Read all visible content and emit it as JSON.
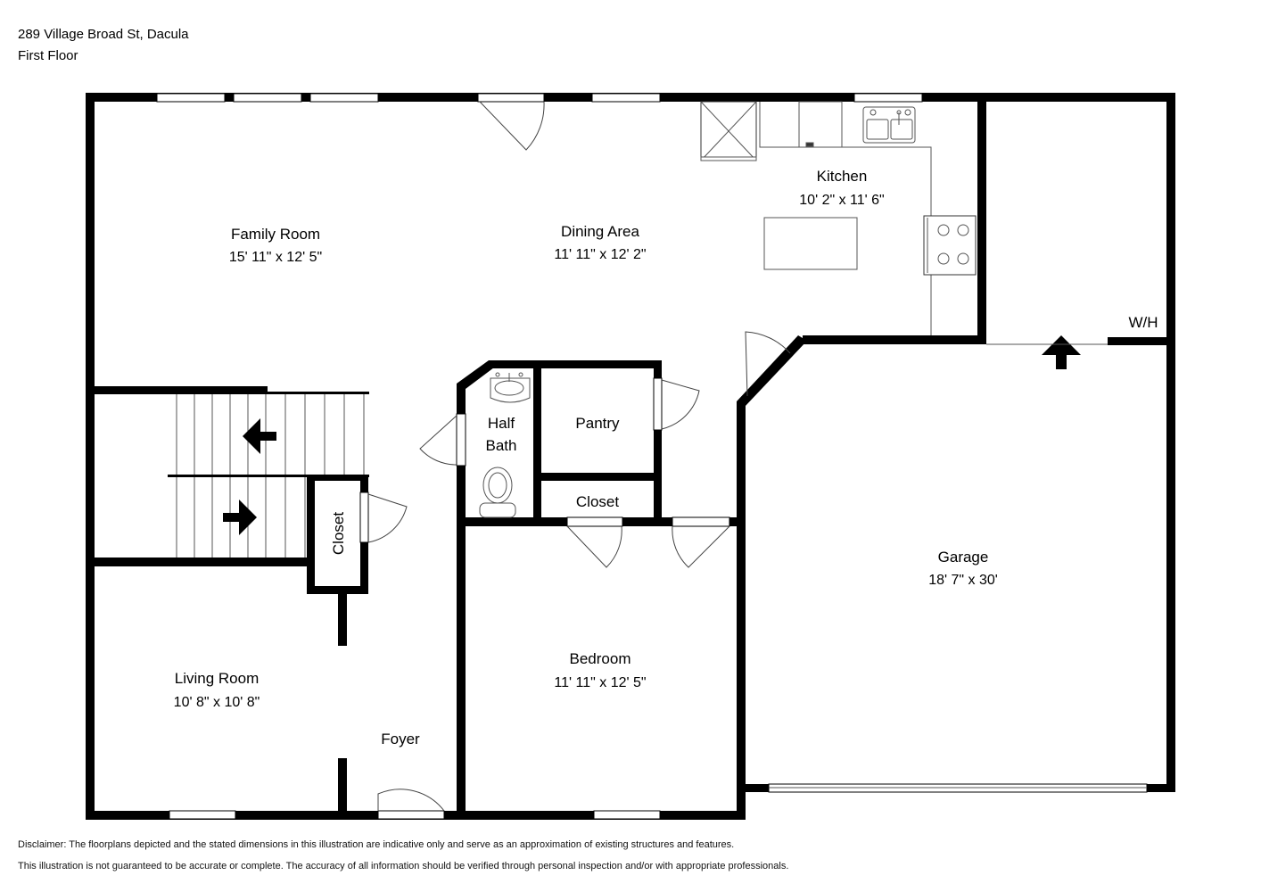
{
  "header": {
    "address": "289 Village Broad St, Dacula",
    "floor": "First Floor"
  },
  "rooms": {
    "family_room": {
      "name": "Family Room",
      "dims": "15' 11\" x 12' 5\""
    },
    "dining_area": {
      "name": "Dining Area",
      "dims": "11' 11\" x 12' 2\""
    },
    "kitchen": {
      "name": "Kitchen",
      "dims": "10' 2\" x 11' 6\""
    },
    "half_bath": {
      "name_line1": "Half",
      "name_line2": "Bath"
    },
    "pantry": {
      "name": "Pantry"
    },
    "closet_center": {
      "name": "Closet"
    },
    "closet_stair": {
      "name": "Closet"
    },
    "garage": {
      "name": "Garage",
      "dims": "18' 7\" x 30'"
    },
    "bedroom": {
      "name": "Bedroom",
      "dims": "11' 11\" x 12' 5\""
    },
    "living_room": {
      "name": "Living Room",
      "dims": "10' 8\" x 10' 8\""
    },
    "foyer": {
      "name": "Foyer"
    },
    "water_heater": {
      "name": "W/H"
    }
  },
  "footer": {
    "disclaimer_line1": "Disclaimer: The floorplans depicted and the stated dimensions in this illustration are indicative only and serve as an approximation of existing structures and features.",
    "disclaimer_line2": "This illustration is not guaranteed to be accurate or complete. The accuracy of all information should be verified through personal inspection and/or with appropriate professionals."
  },
  "colors": {
    "wall": "#000000",
    "line": "#555555",
    "background": "#ffffff"
  }
}
